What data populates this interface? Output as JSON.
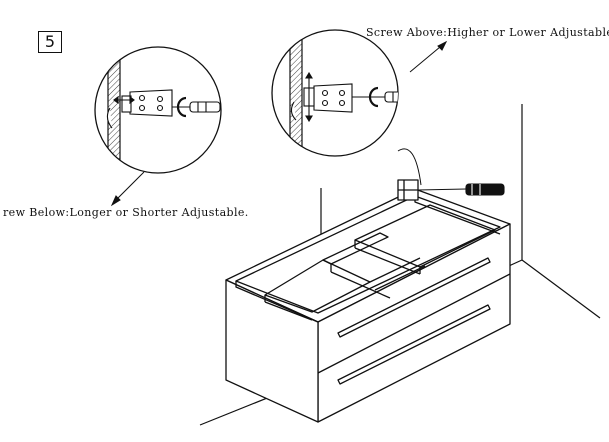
{
  "step_number": "5",
  "labels": {
    "screw_above": "Screw Above:Higher or Lower Adjustable.",
    "screw_below": "rew Below:Longer or Shorter Adjustable."
  },
  "colors": {
    "ink": "#111111",
    "background": "#ffffff"
  }
}
